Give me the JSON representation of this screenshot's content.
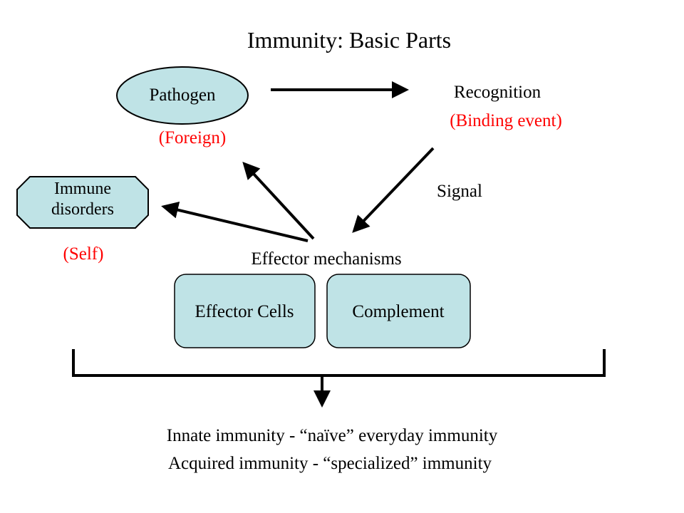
{
  "title": "Immunity: Basic Parts",
  "nodes": {
    "pathogen": "Pathogen",
    "foreign": "(Foreign)",
    "recognition": "Recognition",
    "binding_event": "(Binding event)",
    "signal": "Signal",
    "immune_disorders_line1": "Immune",
    "immune_disorders_line2": "disorders",
    "self": "(Self)",
    "effector_mechanisms": "Effector mechanisms",
    "effector_cells": "Effector Cells",
    "complement": "Complement"
  },
  "bottom": {
    "line1": "Innate immunity - “naïve” everyday immunity",
    "line2": "Acquired immunity - “specialized” immunity"
  },
  "colors": {
    "shape_fill": "#bfe3e6",
    "accent_red": "#ff0000",
    "stroke": "#000000"
  }
}
